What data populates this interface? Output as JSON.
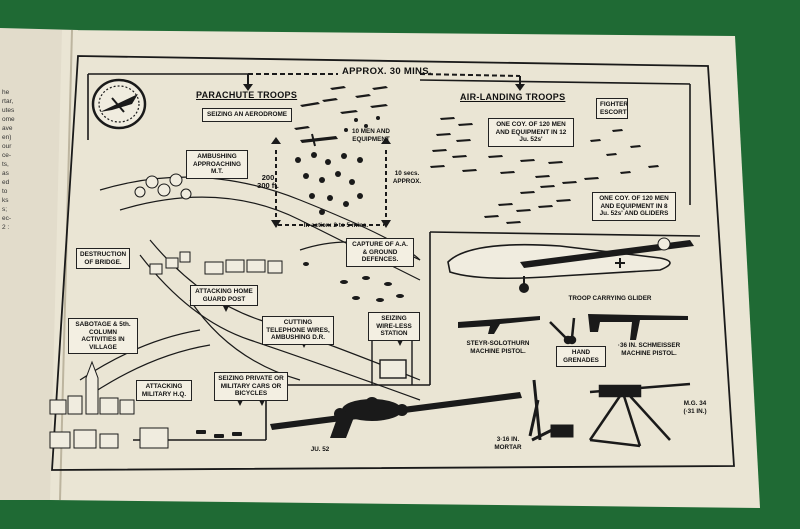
{
  "colors": {
    "background": "#1f6a34",
    "paper": "#eae5d4",
    "ink": "#161616",
    "label_bg": "#f3efe2"
  },
  "header": {
    "time": "APPROX. 30 MINS."
  },
  "sections": {
    "parachute": "PARACHUTE TROOPS",
    "airlanding": "AIR-LANDING TROOPS"
  },
  "labels": {
    "seizing_aerodrome": "SEIZING AN AERODROME",
    "ambushing_mt": "AMBUSHING APPROACHING M.T.",
    "destruction_bridge": "DESTRUCTION OF BRIDGE.",
    "attacking_home_guard": "ATTACKING HOME GUARD POST",
    "sabotage": "SABOTAGE & 5th. COLUMN ACTIVITIES IN VILLAGE",
    "cutting_wires": "CUTTING TELEPHONE WIRES, AMBUSHING D.R.",
    "seizing_wireless": "SEIZING WIRE-LESS STATION",
    "capture_aa": "CAPTURE OF A.A. & GROUND DEFENCES.",
    "attacking_hq": "ATTACKING MILITARY H.Q.",
    "seizing_cars": "SEIZING PRIVATE OR MILITARY CARS OR BICYCLES",
    "coy_ju52": "ONE COY. OF 120 MEN AND EQUIPMENT IN 12 Ju. 52s'",
    "coy_gliders": "ONE COY. OF 120 MEN AND EQUIPMENT IN 8 Ju. 52s' AND GLIDERS",
    "fighter_escort": "FIGHTER ESCORT",
    "ten_men": "10 MEN AND EQUIPMENT",
    "ten_secs": "10 secs. APPROX.",
    "height": "200 300 ft.",
    "in_action": "In action: 2 to 5 mins."
  },
  "captions": {
    "glider": "TROOP CARRYING GLIDER",
    "steyr": "STEYR-SOLOTHURN MACHINE PISTOL.",
    "schmeisser": "·36 IN. SCHMEISSER MACHINE PISTOL.",
    "grenades": "HAND GRENADES",
    "mg34": "M.G. 34 (·31 IN.)",
    "mortar": "3·16 IN. MORTAR",
    "ju52": "JU. 52"
  },
  "left_page_fragments": [
    "he",
    "rtar,",
    "utes",
    "ome",
    "ave",
    "en)",
    "our",
    "ce-",
    "ts,",
    "as",
    "ed",
    "to",
    "ks",
    "s;",
    "ec-",
    "2 :"
  ]
}
